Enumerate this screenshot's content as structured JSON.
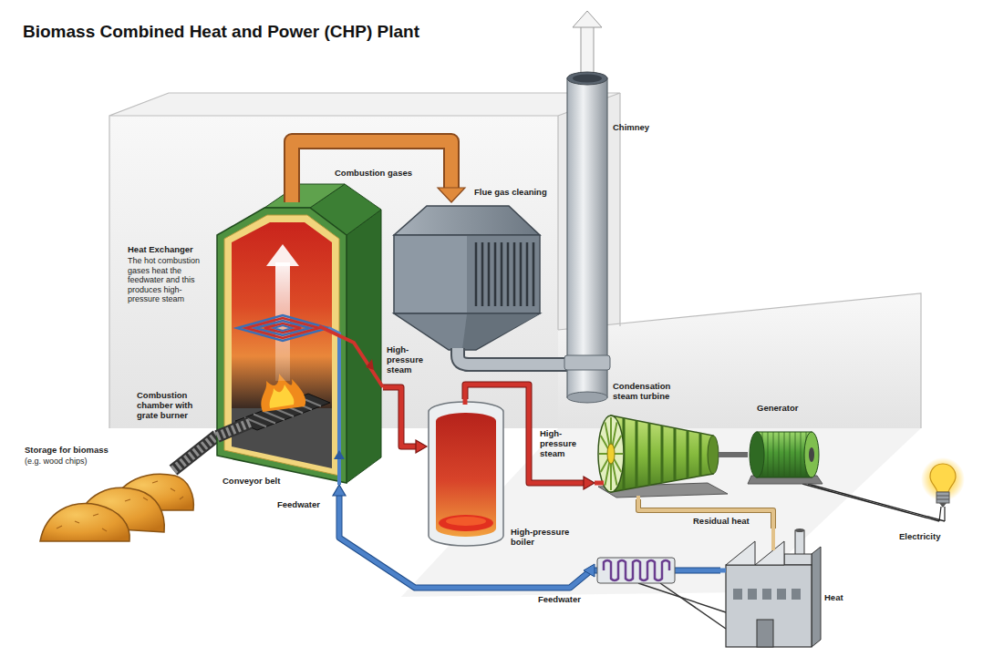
{
  "diagram": {
    "title": "Biomass Combined Heat and Power (CHP) Plant",
    "nodes": [
      {
        "text": [
          "Storage for biomass",
          "(e.g. wood chips)"
        ]
      },
      {
        "text": [
          "Combustion chamber with grate burner"
        ]
      },
      {
        "text": [
          "Flue gas cleaning"
        ]
      },
      {
        "text": [
          "Chimney"
        ]
      },
      {
        "text": [
          "High-pressure boiler"
        ]
      },
      {
        "text": [
          "Condensation steam turbine"
        ]
      },
      {
        "text": [
          "Generator"
        ]
      },
      {
        "text": [
          "Electricity"
        ]
      },
      {
        "text": [
          "Heat"
        ]
      }
    ],
    "edges": [
      {
        "from": 0,
        "to": 1,
        "label": "Conveyor belt",
        "arrow": "none"
      },
      {
        "from": 1,
        "to": 2,
        "label": "Combustion gases",
        "arrow": "to"
      },
      {
        "from": 2,
        "to": 3,
        "arrow": "none"
      },
      {
        "from": 1,
        "to": 4,
        "label": "High-pressure steam",
        "arrow": "to"
      },
      {
        "from": 4,
        "to": 5,
        "label": "High-pressure steam",
        "arrow": "to"
      },
      {
        "from": 5,
        "to": 6,
        "arrow": "none"
      },
      {
        "from": 6,
        "to": 7,
        "arrow": "none"
      },
      {
        "from": 5,
        "to": 8,
        "label": "Residual heat",
        "arrow": "none"
      },
      {
        "from": 8,
        "to": 1,
        "label": "Feedwater",
        "arrow": "to"
      }
    ],
    "labels": [
      "Heat Exchanger",
      "The hot combustion gases heat the feedwater and this produces high-pressure steam",
      "Feedwater"
    ]
  }
}
